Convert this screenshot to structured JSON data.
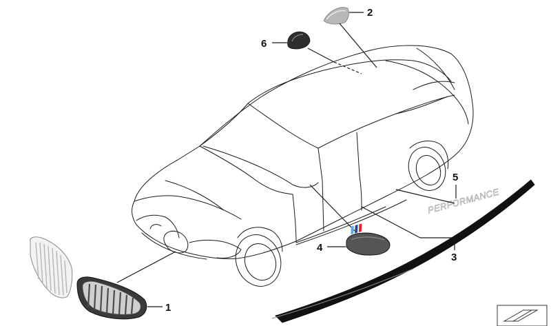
{
  "callouts": [
    {
      "id": "1",
      "part": "kidney-grille"
    },
    {
      "id": "2",
      "part": "roof-antenna-cover"
    },
    {
      "id": "3",
      "part": "door-sill-strip"
    },
    {
      "id": "4",
      "part": "mirror-cap"
    },
    {
      "id": "5",
      "part": "sill-lettering"
    },
    {
      "id": "6",
      "part": "antenna-cover-alt"
    }
  ],
  "sill_logo_text": "PERFORMANCE",
  "colors": {
    "line": "#1a1a1a",
    "part_dark": "#4a4a4a",
    "part_light": "#d0d0d0",
    "m_blue_light": "#5aa9e6",
    "m_blue_dark": "#2c3e93",
    "m_red": "#e0242c"
  },
  "icons": [
    "bmw-logo-icon",
    "corner-emblem-icon"
  ]
}
